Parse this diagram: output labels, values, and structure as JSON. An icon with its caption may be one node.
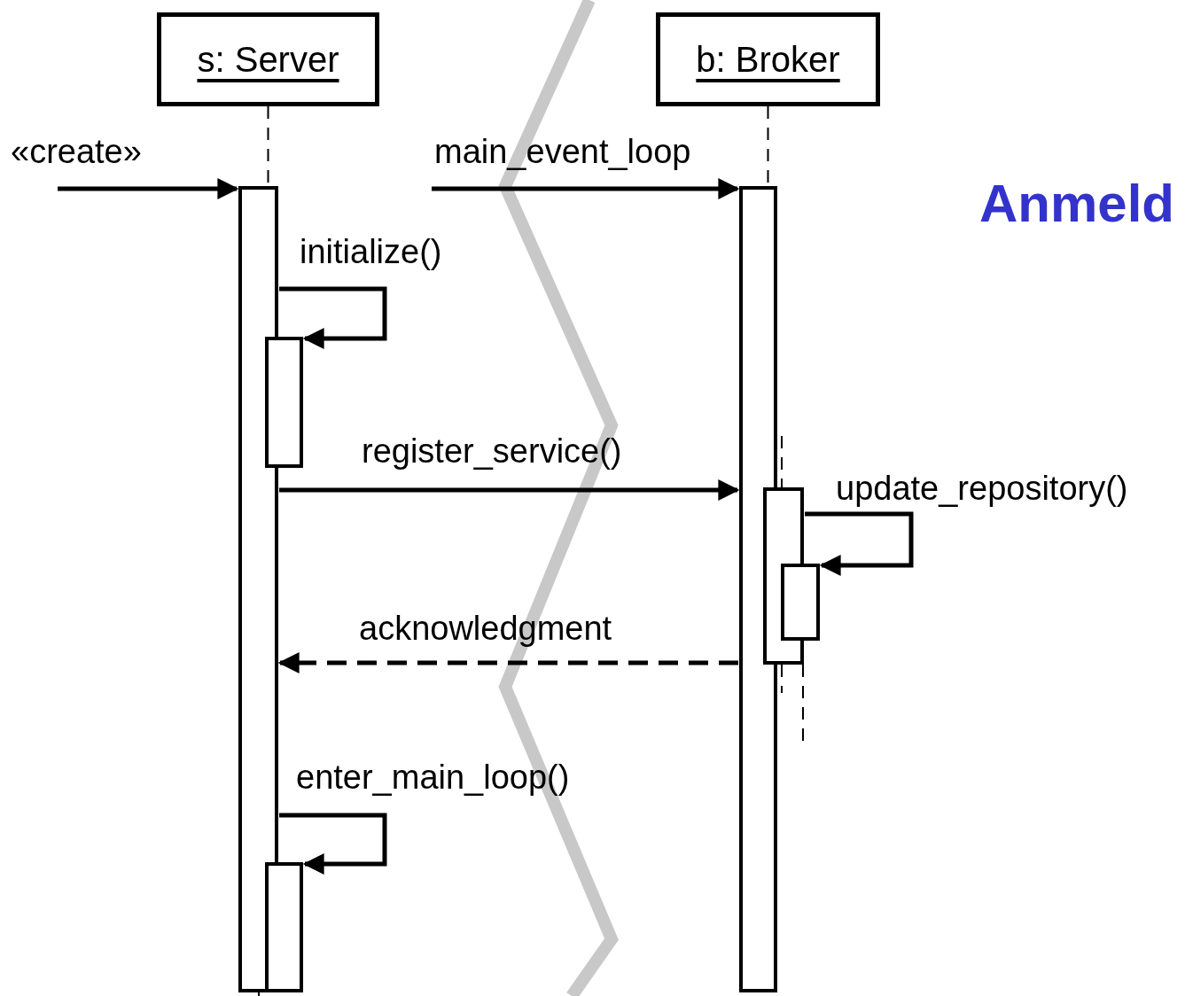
{
  "diagram": {
    "nodes": [
      {
        "text": [
          "s: Server"
        ]
      },
      {
        "text": [
          "b: Broker"
        ]
      },
      {
        "text": [],
        "shape": "bar"
      },
      {
        "text": [],
        "shape": "bar"
      },
      {
        "text": [],
        "shape": "bar"
      },
      {
        "text": [],
        "shape": "bar"
      },
      {
        "text": [],
        "shape": "bar"
      },
      {
        "text": [],
        "shape": "bar"
      }
    ],
    "edges": [
      {
        "from": 0,
        "to": 2,
        "arrow": "none",
        "style": "dashed"
      },
      {
        "from": 1,
        "to": 4,
        "arrow": "none",
        "style": "dashed"
      },
      {
        "from": null,
        "to": 2,
        "arrow": "to",
        "label": "«create»"
      },
      {
        "from": null,
        "to": 4,
        "arrow": "to",
        "label": "main_event_loop"
      },
      {
        "from": 2,
        "to": 3,
        "arrow": "to",
        "label": "initialize()"
      },
      {
        "from": 2,
        "to": 4,
        "arrow": "to",
        "label": "register_service()"
      },
      {
        "from": 5,
        "to": 6,
        "arrow": "to",
        "label": "update_repository()"
      },
      {
        "from": 4,
        "to": 2,
        "arrow": "to",
        "label": "acknowledgment",
        "style": "dashed"
      },
      {
        "from": 2,
        "to": 7,
        "arrow": "to",
        "label": "enter_main_loop()"
      }
    ],
    "labels": [
      "Anmeld"
    ]
  }
}
